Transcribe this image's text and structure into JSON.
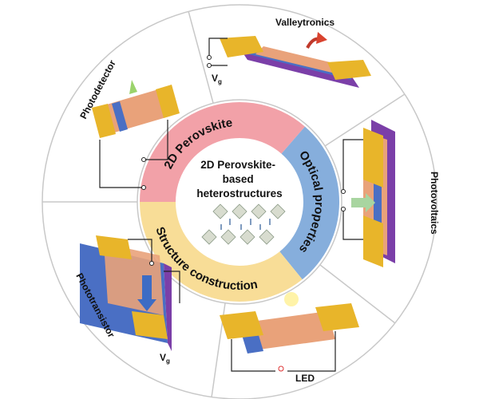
{
  "center": {
    "title_lines": [
      "2D Perovskite-",
      "based",
      "heterostructures"
    ]
  },
  "ring": [
    {
      "label": "2D Perovskite",
      "color": "#f2a1a8"
    },
    {
      "label": "Optical properties",
      "color": "#86aedc"
    },
    {
      "label": "Structure construction",
      "color": "#f8dd97"
    }
  ],
  "applications": {
    "valleytronics": {
      "label": "Valleytronics",
      "gate_label": "V",
      "gate_sub": "g"
    },
    "photovoltaics": {
      "label": "Photovoltaics"
    },
    "led": {
      "label": "LED"
    },
    "phototransistor": {
      "label": "Phototransistor",
      "gate_label": "V",
      "gate_sub": "g"
    },
    "photodetector": {
      "label": "Photodetector"
    }
  },
  "colors": {
    "electrode": "#e8b52a",
    "substrate_blue": "#4a6fc4",
    "substrate_purple": "#7b3fa8",
    "channel": "#e9a27a",
    "outline": "#b9b9b9"
  }
}
